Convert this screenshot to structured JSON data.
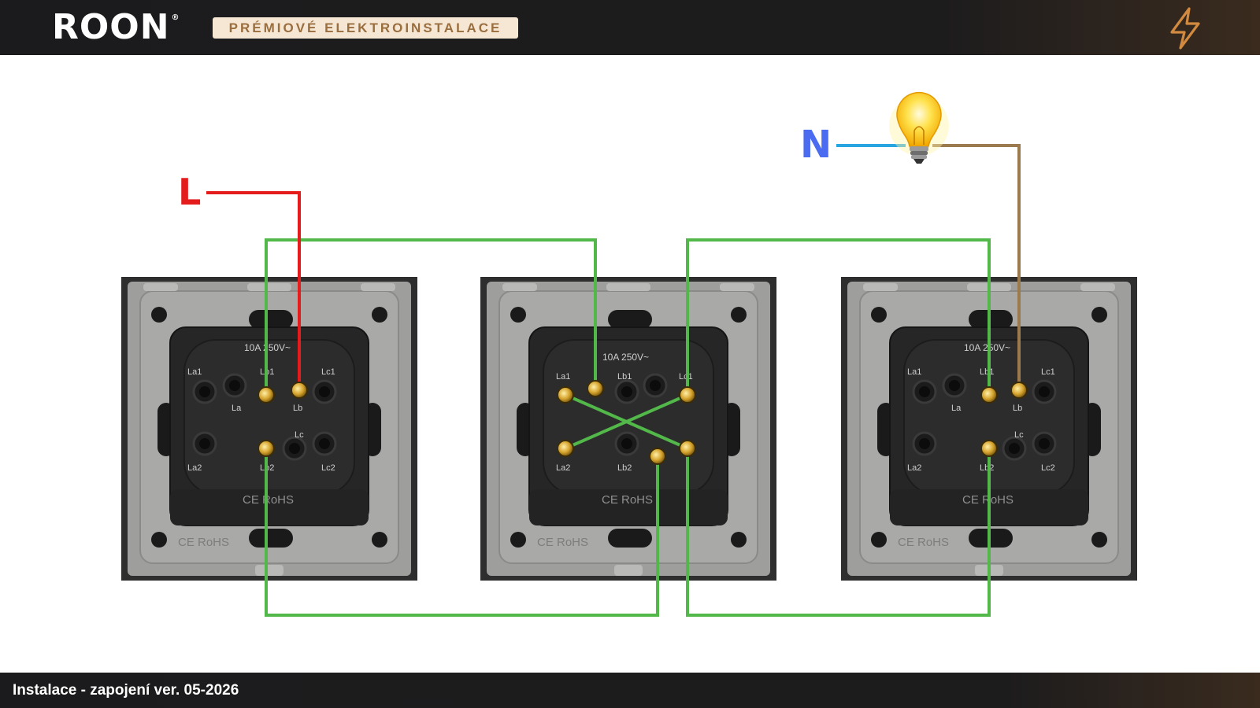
{
  "header": {
    "brand": "ROON",
    "registered_mark": "®",
    "tagline": "PRÉMIOVÉ ELEKTROINSTALACE",
    "icon": "lightning-bolt-icon",
    "colors": {
      "bar": "#1b1b1d",
      "accent": "#d18a3f",
      "tagline_bg": "#f5e7d4",
      "tagline_text": "#9a6e3e"
    }
  },
  "diagram": {
    "phase_label": "L",
    "neutral_label": "N",
    "bulb_icon": "light-bulb-icon",
    "wire_colors": {
      "phase": "#e41c1c",
      "neutral": "#27a5e0",
      "switched": "#9b7a4e",
      "traveler": "#52b84a"
    },
    "switches": [
      {
        "role": "two-way switch",
        "rating": "10A 250V~",
        "terminals_top": [
          "La1",
          "Lb1",
          "Lc1"
        ],
        "terminals_mid": [
          "La",
          "Lb"
        ],
        "terminals_bottom": [
          "La2",
          "Lb2",
          "Lc",
          "Lc2"
        ],
        "marks": "CE RoHS"
      },
      {
        "role": "cross switch",
        "rating": "10A 250V~",
        "terminals_top": [
          "La1",
          "Lb1",
          "Lc1"
        ],
        "terminals_mid": [],
        "terminals_bottom": [
          "La2",
          "Lb2"
        ],
        "marks": "CE RoHS"
      },
      {
        "role": "two-way switch",
        "rating": "10A 250V~",
        "terminals_top": [
          "La1",
          "Lb1",
          "Lc1"
        ],
        "terminals_mid": [
          "La",
          "Lb"
        ],
        "terminals_bottom": [
          "La2",
          "Lb2",
          "Lc",
          "Lc2"
        ],
        "marks": "CE RoHS"
      }
    ],
    "frame_marks": "CE RoHS"
  },
  "footer": {
    "text": "Instalace - zapojení ver. 05-2026"
  }
}
